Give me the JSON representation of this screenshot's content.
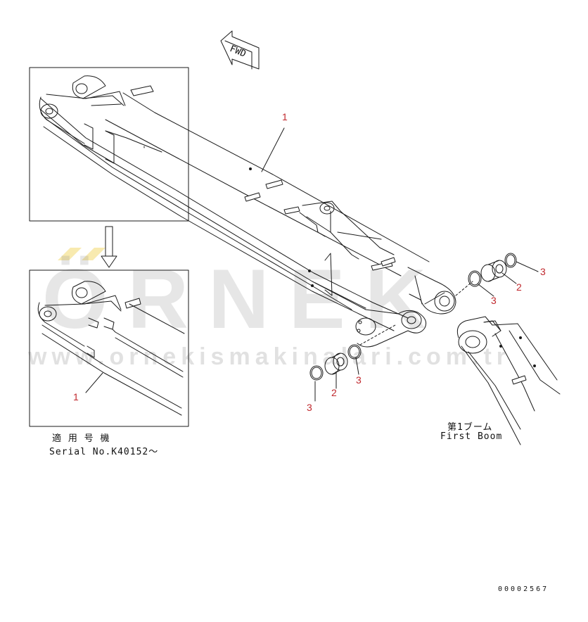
{
  "direction": {
    "label": "FWD",
    "icon": "forward-direction-arrow-icon"
  },
  "callouts": {
    "boom_main": "1",
    "boom_inset": "1",
    "bushing_right": "2",
    "ring_right_outer": "3",
    "ring_right_inner": "3",
    "bushing_left": "2",
    "ring_left_outer": "3",
    "ring_left_inner": "3"
  },
  "inset": {
    "applicable_label": "適 用 号 機",
    "serial_label": "Serial No.K40152～"
  },
  "first_boom": {
    "label_jp": "第1ブーム",
    "label_en": "First Boom"
  },
  "drawing_number": "00002567",
  "watermark": {
    "logo": "ÖRNEK",
    "url": "www.ornekismakinalari.com.tr"
  },
  "colors": {
    "line": "#1a1a1a",
    "callout": "#c0282d",
    "watermark": "#8c8c8c",
    "watermark_accent": "#f0d060"
  }
}
